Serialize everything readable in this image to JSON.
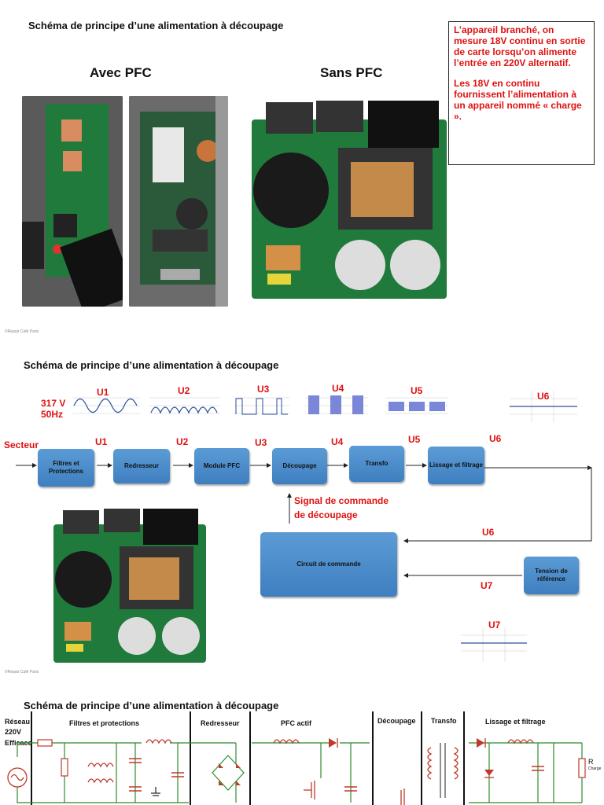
{
  "slide1": {
    "title": "Schéma de principe d’une alimentation à découpage",
    "label_avec": "Avec PFC",
    "label_sans": "Sans PFC",
    "note_para1": "L’appareil branché, on mesure 18V continu en sortie de carte lorsqu’on alimente l’entrée en 220V alternatif.",
    "note_para2": "Les 18V en continu fournissent l’alimentation à un appareil nommé « charge ».",
    "copyright": "©Repair Café Paris"
  },
  "slide2": {
    "title": "Schéma de principe d’une alimentation à découpage",
    "input_voltage": "317 V",
    "input_freq": "50Hz",
    "secteur": "Secteur",
    "wave_labels": [
      "U1",
      "U2",
      "U3",
      "U4",
      "U5",
      "U6"
    ],
    "stage_labels": [
      "U1",
      "U2",
      "U3",
      "U4",
      "U5",
      "U6"
    ],
    "blocks": [
      "Filtres et Protections",
      "Redresseur",
      "Module PFC",
      "Découpage",
      "Transfo",
      "Lissage et filtrage"
    ],
    "signal_line1": "Signal de commande",
    "signal_line2": "de découpage",
    "feedback_u6": "U6",
    "feedback_u7": "U7",
    "control_block": "Circuit de commande",
    "ref_block": "Tension de référence",
    "u7_wave_label": "U7",
    "copyright": "©Repair Café Paris"
  },
  "slide3": {
    "title": "Schéma de principe d’une alimentation à découpage",
    "reseau": [
      "Réseau",
      "220V",
      "Efficace"
    ],
    "sections": [
      "Filtres et protections",
      "Redresseur",
      "PFC actif",
      "Découpage",
      "Transfo",
      "Lissage et filtrage"
    ],
    "load_r": "R",
    "load_sub": "Charge"
  },
  "colors": {
    "accent_red": "#e01010",
    "block_blue": "#5b9bd5",
    "wire_green": "#2e8b2e",
    "component_red": "#c0392b"
  }
}
